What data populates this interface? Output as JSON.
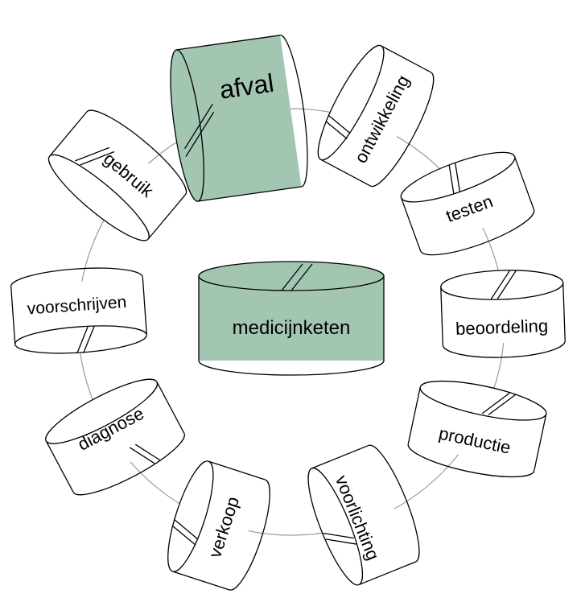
{
  "center": {
    "label": "medicijnketen"
  },
  "links": [
    {
      "label": "afval",
      "color": "#a3c6b2"
    },
    {
      "label": "ontwikkeling",
      "color": "#ffffff"
    },
    {
      "label": "testen",
      "color": "#ffffff"
    },
    {
      "label": "beoordeling",
      "color": "#ffffff"
    },
    {
      "label": "productie",
      "color": "#ffffff"
    },
    {
      "label": "voorlichting",
      "color": "#ffffff"
    },
    {
      "label": "verkoop",
      "color": "#ffffff"
    },
    {
      "label": "diagnose",
      "color": "#ffffff"
    },
    {
      "label": "voorschrijven",
      "color": "#ffffff"
    },
    {
      "label": "gebruik",
      "color": "#ffffff"
    }
  ],
  "colors": {
    "highlight": "#a3c6b2",
    "stroke": "#000000",
    "ring": "#999999"
  }
}
